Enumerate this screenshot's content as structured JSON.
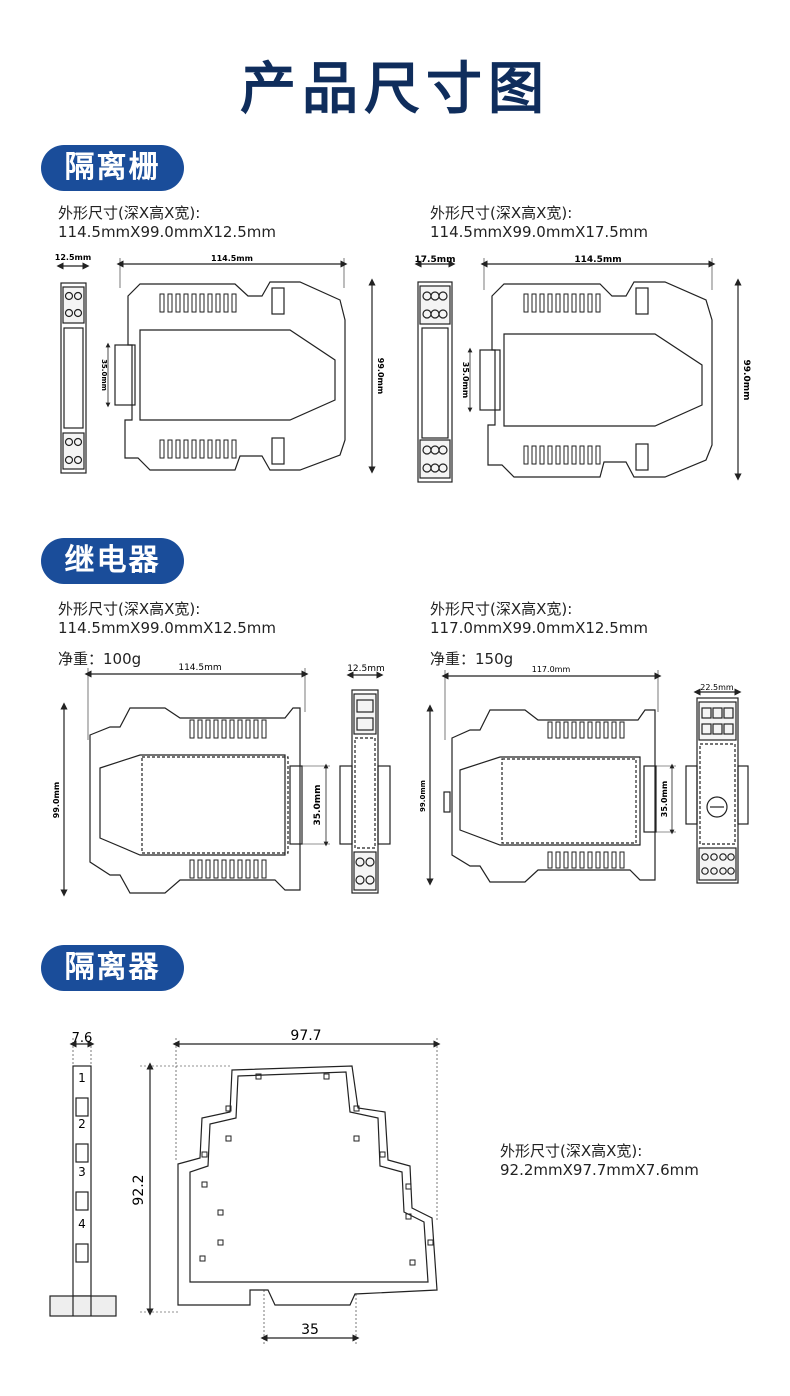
{
  "title": "产品尺寸图",
  "sections": [
    {
      "name": "隔离栅",
      "products": [
        {
          "spec_label": "外形尺寸(深X高X宽):",
          "dims": "114.5mmX99.0mmX12.5mm",
          "width_label": "12.5mm",
          "length_label": "114.5mm",
          "rail_label": "35.0mm",
          "height_label": "99.0mm"
        },
        {
          "spec_label": "外形尺寸(深X高X宽):",
          "dims": "114.5mmX99.0mmX17.5mm",
          "width_label": "17.5mm",
          "length_label": "114.5mm",
          "rail_label": "35.0mm",
          "height_label": "99.0mm"
        }
      ]
    },
    {
      "name": "继电器",
      "products": [
        {
          "spec_label": "外形尺寸(深X高X宽):",
          "dims": "114.5mmX99.0mmX12.5mm",
          "weight": "净重：100g",
          "length_label": "114.5mm",
          "width_label": "12.5mm",
          "height_label": "99.0mm",
          "rail_label": "35.0mm"
        },
        {
          "spec_label": "外形尺寸(深X高X宽):",
          "dims": "117.0mmX99.0mmX12.5mm",
          "weight": "净重：150g",
          "length_label": "117.0mm",
          "width_label": "22.5mm",
          "height_label": "99.0mm",
          "rail_label": "35.0mm"
        }
      ]
    },
    {
      "name": "隔离器",
      "products": [
        {
          "spec_label": "外形尺寸(深X高X宽):",
          "dims": "92.2mmX97.7mmX7.6mm",
          "width_label": "7.6",
          "length_label": "97.7",
          "height_label": "92.2",
          "rail_label": "35",
          "terminals": [
            "1",
            "2",
            "3",
            "4"
          ]
        }
      ]
    }
  ]
}
